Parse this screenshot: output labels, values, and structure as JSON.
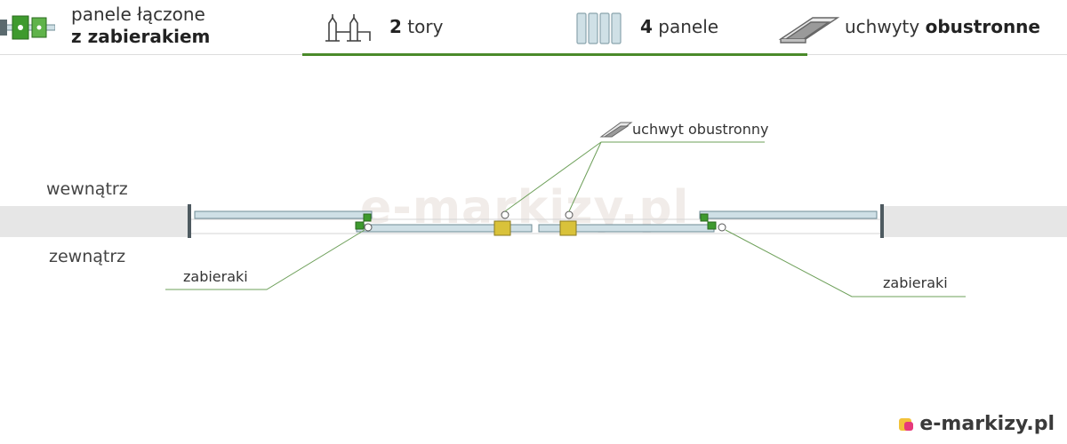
{
  "header": {
    "item1": {
      "line1": "panele łączone",
      "line2": "z zabierakiem",
      "icon": "panel-carrier-icon"
    },
    "item2": {
      "value": "2",
      "label": "tory",
      "icon": "track-rail-icon"
    },
    "item3": {
      "value": "4",
      "label": "panele",
      "icon": "panels-icon"
    },
    "item4": {
      "label": "uchwyty",
      "value": "obustronne",
      "icon": "handle-icon"
    }
  },
  "diagram": {
    "inside_label": "wewnątrz",
    "outside_label": "zewnątrz",
    "handle_callout": "uchwyt obustronny",
    "carrier_callout_left": "zabieraki",
    "carrier_callout_right": "zabieraki",
    "watermark": "e-markizy.pl"
  },
  "brand": {
    "name": "e-markizy.pl"
  },
  "colors": {
    "accent": "#4a8a2a",
    "panel_fill": "#cfe0e6",
    "panel_stroke": "#6f8c96",
    "carrier_green": "#3e9a2e",
    "handle_yellow": "#d9c23a",
    "wall_gray": "#e6e6e6",
    "callout_line": "#6ea05a"
  }
}
